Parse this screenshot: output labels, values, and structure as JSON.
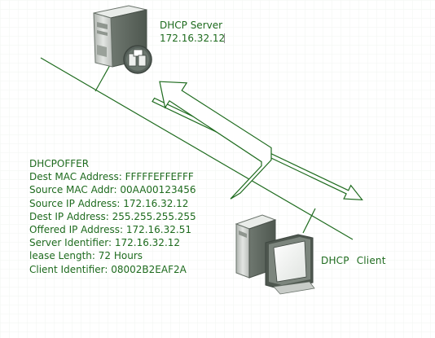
{
  "server": {
    "label": "DHCP Server",
    "ip": "172.16.32.12"
  },
  "client": {
    "label_word1": "DHCP",
    "label_word2": "Client"
  },
  "offer": {
    "title": "DHCPOFFER",
    "lines": [
      "Dest MAC Address: FFFFFEFFEFFF",
      "Source MAC Addr: 00AA00123456",
      "Source IP Address: 172.16.32.12",
      "Dest IP Address: 255.255.255.255",
      "Offered IP Address: 172.16.32.51",
      "Server Identifier: 172.16.32.12",
      "lease Length: 72 Hours",
      "Client Identifier: 08002B2EAF2A"
    ]
  },
  "colors": {
    "line": "#1e6b1e",
    "text": "#1e6b1e",
    "grid": "#f2f4f2",
    "machine_body": "#c8ccc8",
    "machine_dark": "#4e574f"
  },
  "icons": {
    "server": "server-tower-icon",
    "server_badge": "network-badge-icon",
    "client": "desktop-computer-icon"
  }
}
